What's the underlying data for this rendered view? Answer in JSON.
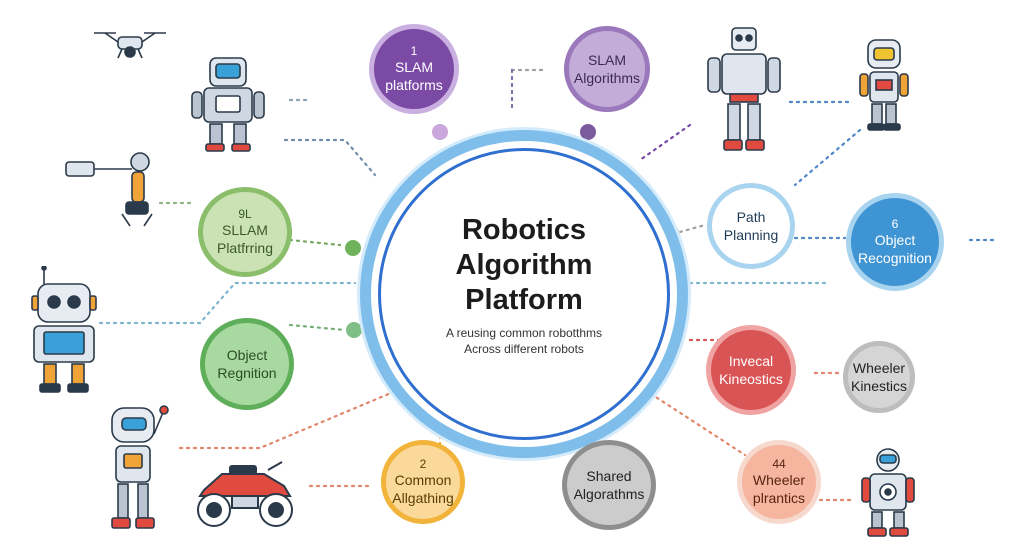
{
  "hub": {
    "title": [
      "Robotics",
      "Algorithm",
      "Platform"
    ],
    "subtitle": [
      "A reusing common robotthms",
      "Across different robots"
    ]
  },
  "nodes": [
    {
      "id": "slam-top",
      "lines": [
        "1",
        "SLAM",
        "platforms"
      ],
      "fill": "#7b4aa5",
      "ring": "#c9b0e1",
      "text_color": "#ffffff"
    },
    {
      "id": "slam-algorithms",
      "lines": [
        "",
        "SLAM",
        "Algorithms"
      ],
      "fill": "#c3acd8",
      "ring": "#9a78bb",
      "text_color": "#3b2a55"
    },
    {
      "id": "slam-platforming",
      "lines": [
        "9L",
        "SLLAM",
        "Platfrring"
      ],
      "fill": "#cbe3b4",
      "ring": "#8bbe6a",
      "text_color": "#3b5a26"
    },
    {
      "id": "object-recognition-left",
      "lines": [
        "Object",
        "Regnition"
      ],
      "fill": "#a8d9a0",
      "ring": "#5fae59",
      "text_color": "#2b4d25"
    },
    {
      "id": "common-algorithms",
      "lines": [
        "2",
        "Common",
        "Allgathing"
      ],
      "fill": "#fad99a",
      "ring": "#f2b33b",
      "text_color": "#5a3f05"
    },
    {
      "id": "shared-algorithms",
      "lines": [
        "Shared",
        "Algorathms"
      ],
      "fill": "#cccccc",
      "ring": "#8e8e8e",
      "text_color": "#222222"
    },
    {
      "id": "path-planning",
      "lines": [
        "Path",
        "Planning"
      ],
      "fill": "#ffffff",
      "ring": "#a9d4f0",
      "text_color": "#1f3b57"
    },
    {
      "id": "object-recognition-right",
      "lines": [
        "6",
        "Object",
        "Recognition"
      ],
      "fill": "#3f95d3",
      "ring": "#a9d4f0",
      "text_color": "#ffffff"
    },
    {
      "id": "inverse-kinematics",
      "lines": [
        "Invecal",
        "Kineostics"
      ],
      "fill": "#d95454",
      "ring": "#f0a3a3",
      "text_color": "#ffffff"
    },
    {
      "id": "wheeler-kinestics",
      "lines": [
        "Wheeler",
        "Kinestics"
      ],
      "fill": "#d5d5d5",
      "ring": "#bdbdbd",
      "text_color": "#222222"
    },
    {
      "id": "wheeler-plrantics",
      "lines": [
        "44",
        "Wheeler",
        "plrantics"
      ],
      "fill": "#f6b59f",
      "ring": "#f7d8cc",
      "text_color": "#5a2413"
    }
  ],
  "nub_colors": [
    "#c9a6dc",
    "#7a5c9c",
    "#6fb25c",
    "#7fbf86",
    "#f0a336",
    "#bdbdbd",
    "#d3d3d3",
    "#e27a6d"
  ],
  "robots": [
    "drone",
    "boxy-blue-robot",
    "industrial-arm",
    "antenna-robot",
    "waving-robot",
    "atv-vehicle",
    "humanoid-robot",
    "small-head-robot",
    "wheeled-robot"
  ],
  "colors": {
    "hub_ring": "#7fbeea",
    "hub_inner": "#2f6fcf",
    "connector_gray": "#9aa0a6"
  }
}
